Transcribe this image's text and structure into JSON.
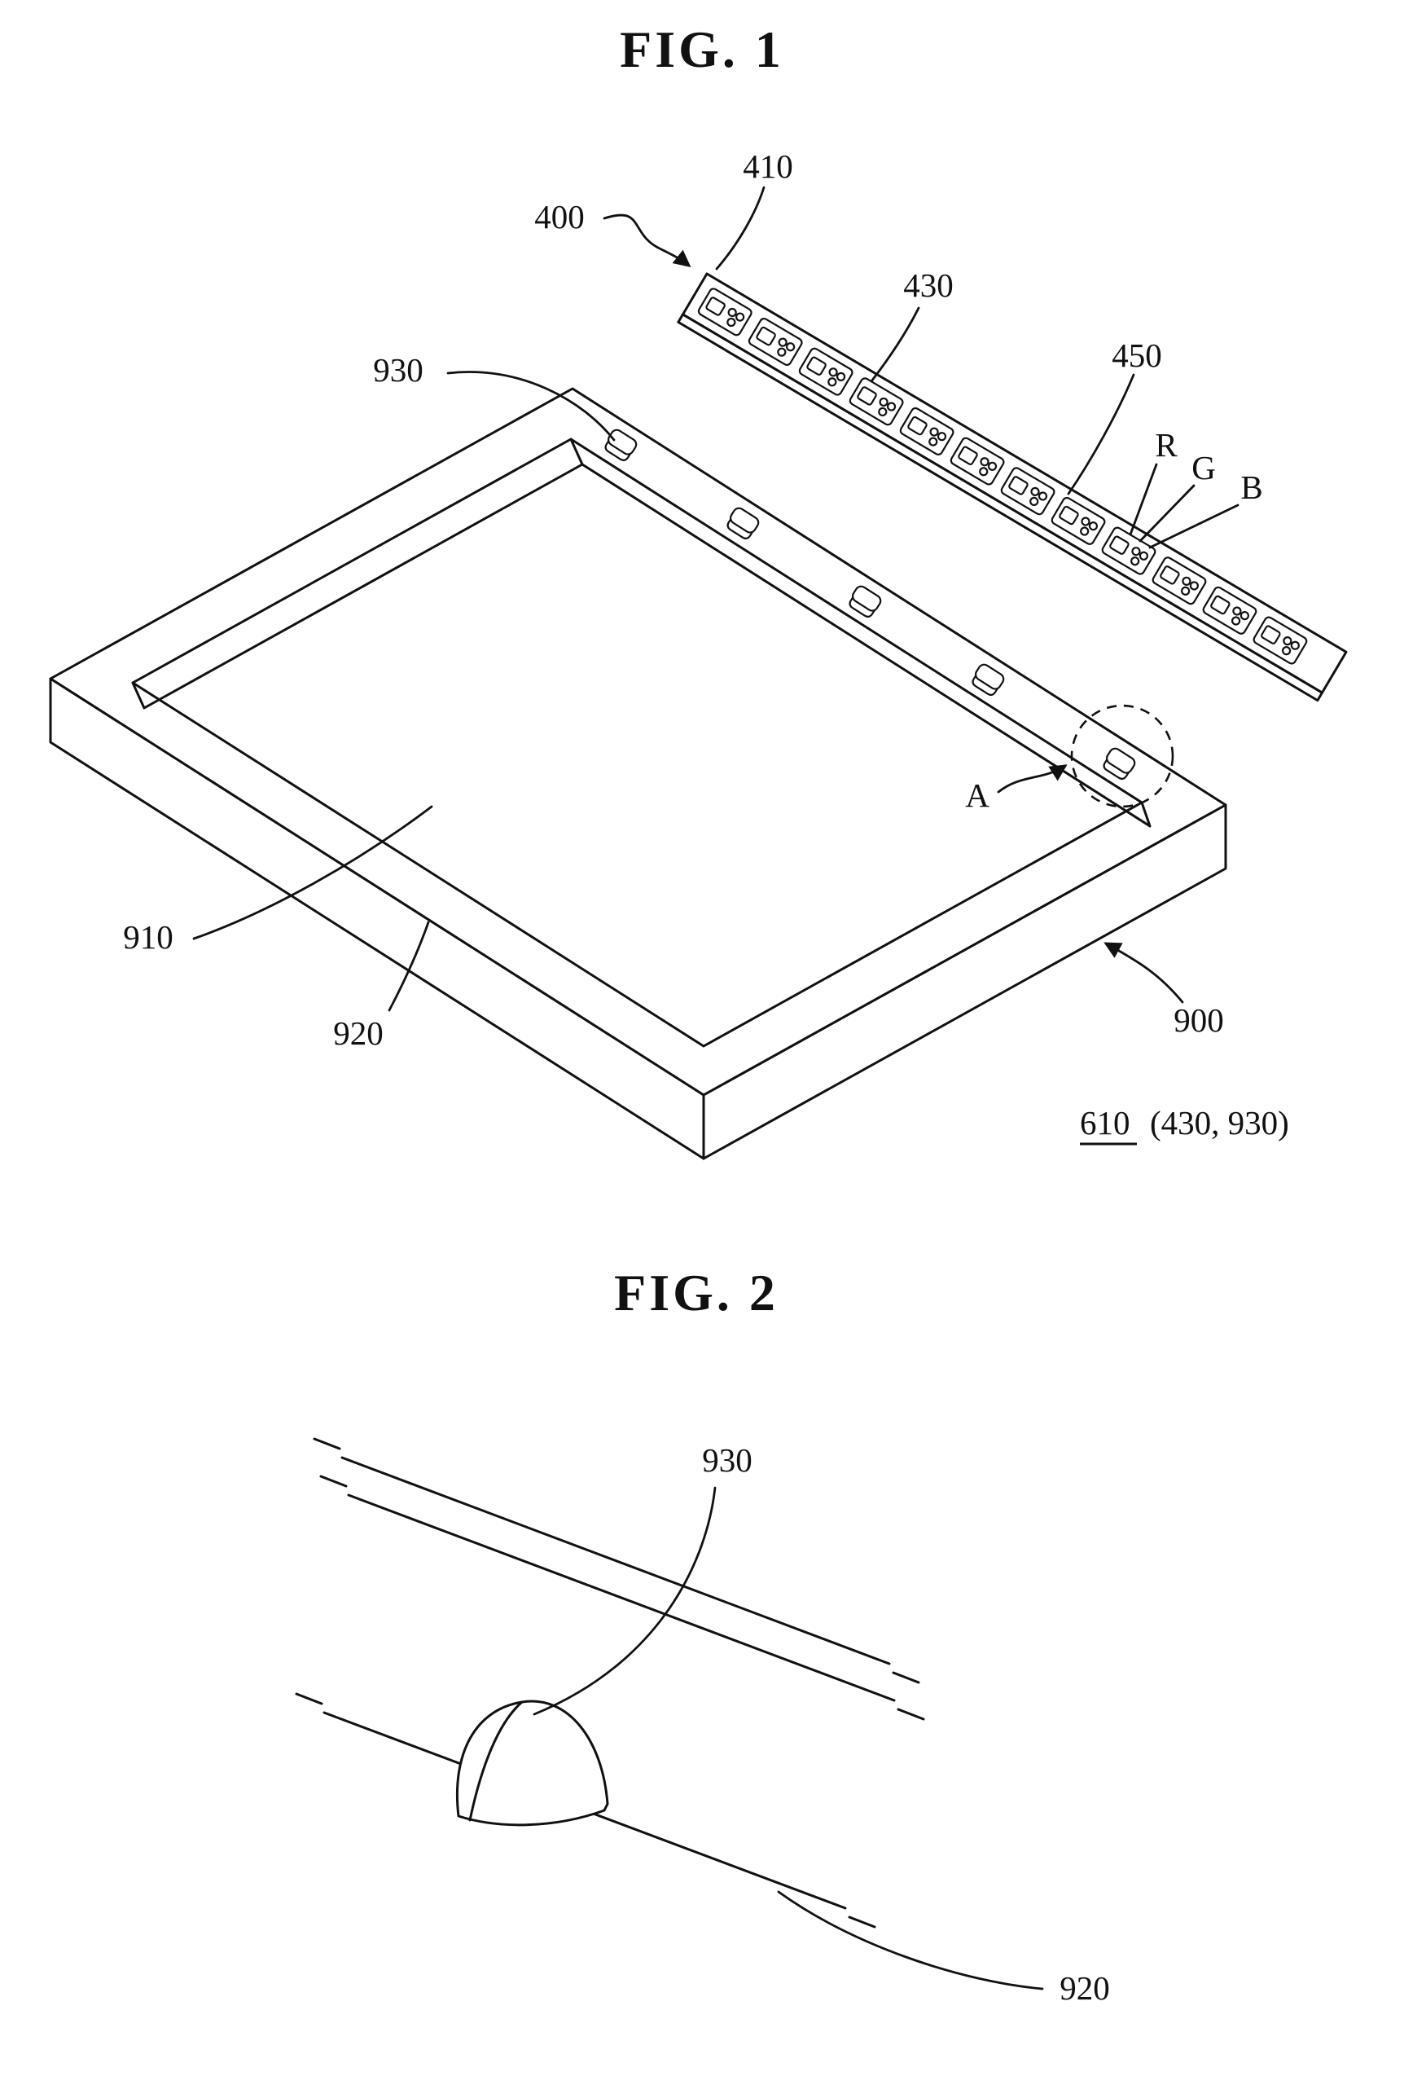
{
  "page": {
    "background": "#ffffff",
    "ink": "#111111"
  },
  "figure1": {
    "title": "FIG. 1",
    "labels": {
      "n400": "400",
      "n410": "410",
      "n430": "430",
      "n450": "450",
      "r": "R",
      "g": "G",
      "b": "B",
      "n930": "930",
      "a": "A",
      "n910": "910",
      "n920": "920",
      "n900": "900",
      "ref_number": "610",
      "ref_detail": "(430, 930)"
    }
  },
  "figure2": {
    "title": "FIG. 2",
    "labels": {
      "n930": "930",
      "n920": "920"
    }
  }
}
